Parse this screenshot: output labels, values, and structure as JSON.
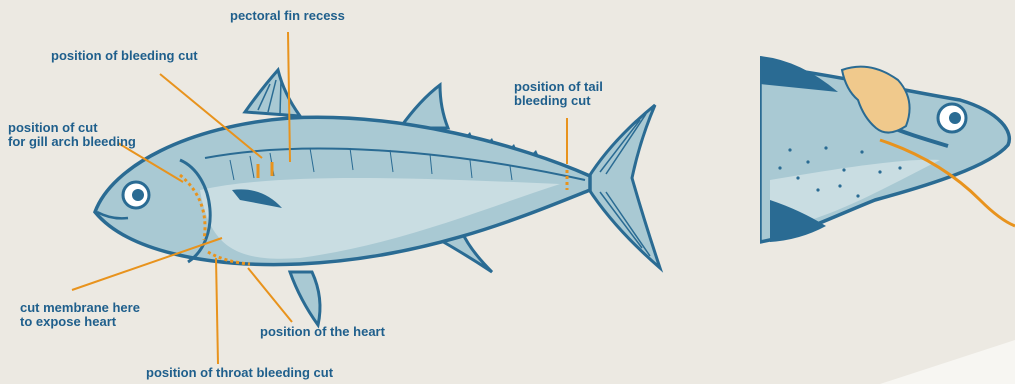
{
  "colors": {
    "background": "#ece9e2",
    "fish_outline": "#2a6b93",
    "fish_fill": "#a9c9d3",
    "fish_belly": "#c9dde2",
    "label_text": "#1f5f8c",
    "pointer_line": "#e8931d",
    "glove": "#f0c98c"
  },
  "labels": {
    "pectoral_fin_recess": "pectoral fin recess",
    "bleeding_cut": "position of  bleeding cut",
    "gill_arch_cut": "position of cut\nfor gill arch bleeding",
    "tail_cut": "position of tail\nbleeding cut",
    "cut_membrane": "cut membrane here\nto expose heart",
    "heart": "position of the heart",
    "throat_cut": "position of throat bleeding cut"
  }
}
